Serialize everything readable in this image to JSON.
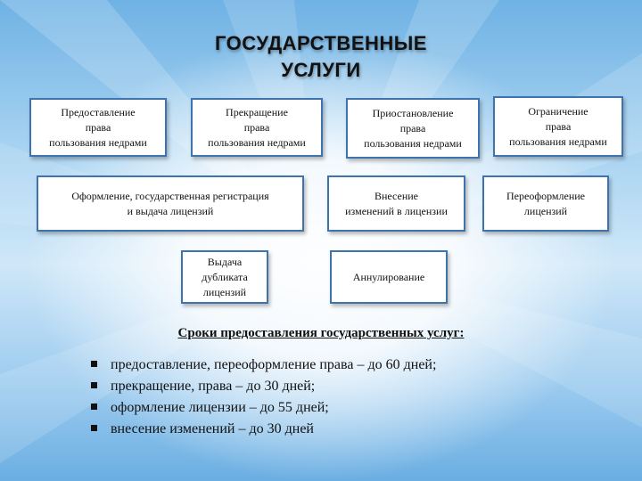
{
  "title": {
    "line1": "ГОСУДАРСТВЕННЫЕ",
    "line2": "УСЛУГИ"
  },
  "services": {
    "provision": "Предоставление\nправа\nпользования недрами",
    "termination": "Прекращение\nправа\nпользования недрами",
    "suspension": "Приостановление\nправа\nпользования недрами",
    "restriction": "Ограничение\nправа\nпользования недрами",
    "registration": "Оформление, государственная регистрация\nи выдача лицензий",
    "amendment": "Внесение\nизменений в лицензии",
    "reissue": "Переоформление\nлицензий",
    "duplicate": "Выдача\nдубликата\nлицензий",
    "annulment": "Аннулирование"
  },
  "terms": {
    "heading": "Сроки предоставления государственных услуг:",
    "items": [
      "предоставление, переоформление права – до 60 дней;",
      "прекращение, права – до 30 дней;",
      "оформление лицензии – до 55 дней;",
      "внесение изменений – до 30 дней"
    ]
  },
  "colors": {
    "box_border": "#3f73ad",
    "background_edge": "#6fb2e4"
  }
}
